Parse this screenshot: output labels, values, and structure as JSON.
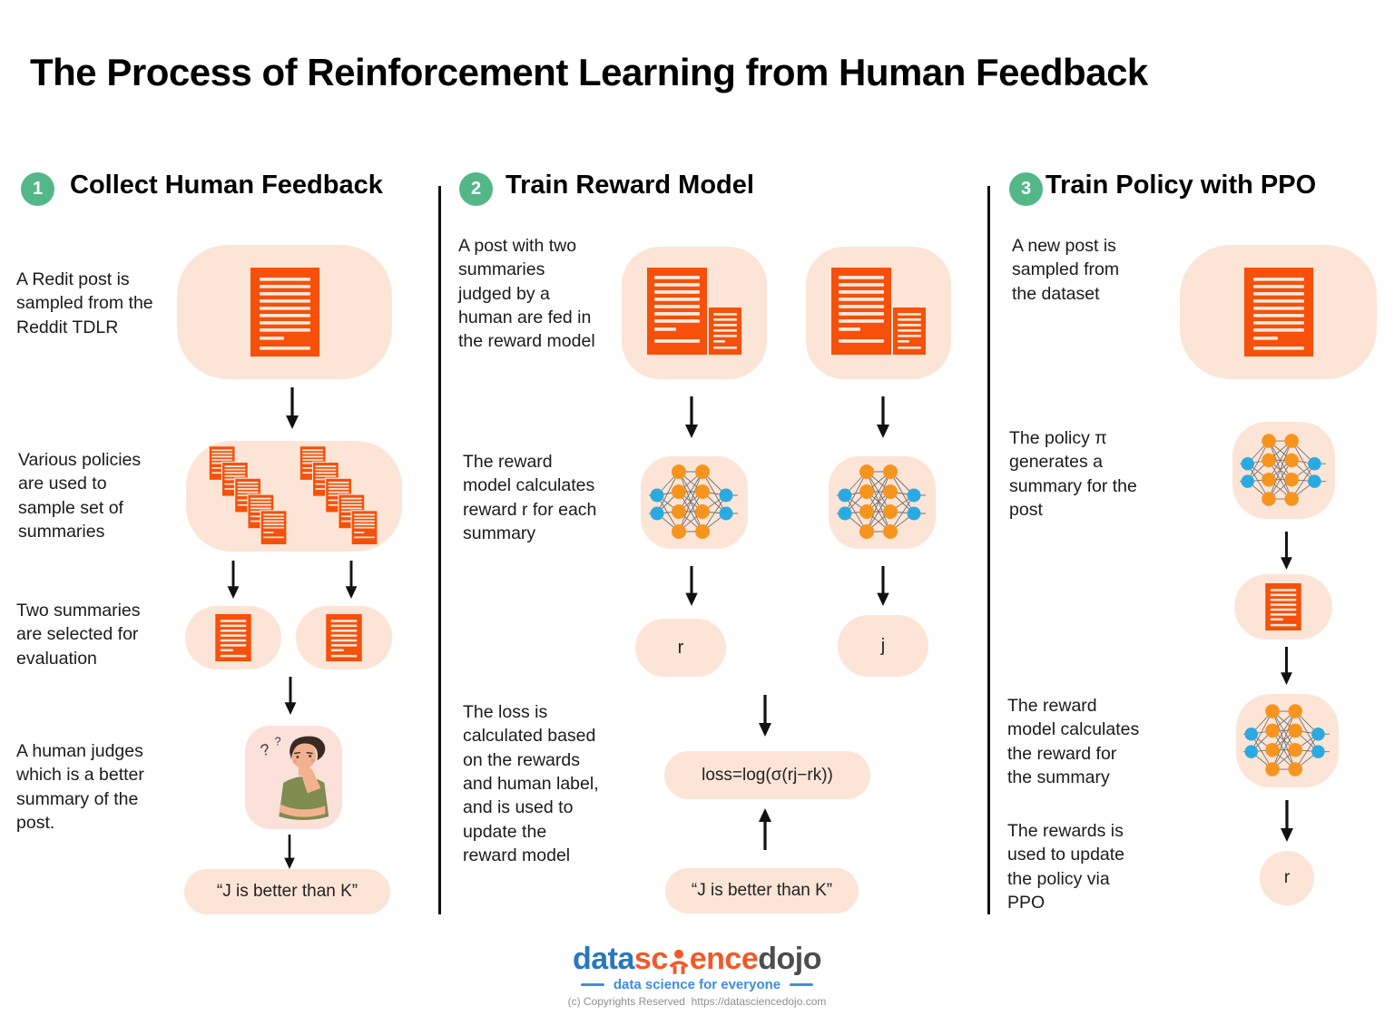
{
  "title": "The Process of Reinforcement Learning from Human Feedback",
  "columns": [
    {
      "badge": "1",
      "heading": "Collect Human Feedback"
    },
    {
      "badge": "2",
      "heading": "Train Reward Model"
    },
    {
      "badge": "3",
      "heading": "Train Policy with PPO"
    }
  ],
  "col1": {
    "step1": "A Redit post is sampled from the Reddit TDLR",
    "step2": "Various policies are used to sample set of summaries",
    "step3": "Two summaries are selected for evaluation",
    "step4": "A human judges which is a better summary of the post.",
    "verdict": "“J is better than K”"
  },
  "col2": {
    "step1": "A post with two summaries judged by a human are fed in the reward model",
    "step2": "The reward model calculates reward r for each summary",
    "step3": "The loss is calculated based on the rewards and human label, and is used to update the reward model",
    "reward_left": "r",
    "reward_right": "j",
    "loss_formula": "loss=log(σ(rj−rk))",
    "verdict": "“J is better than K”"
  },
  "col3": {
    "step1": "A new post is sampled from the dataset",
    "step2": "The policy π generates a summary for the post",
    "step3": "The reward model calculates the reward for the summary",
    "step4": "The rewards is used to update the policy via PPO",
    "reward": "r"
  },
  "footer": {
    "brand": {
      "data": "data",
      "science_pre": "sc",
      "science_post": "ence",
      "dojo": "dojo"
    },
    "tagline": "data science for everyone",
    "copyright": "(c) Copyrights Reserved  https://datasciencedojo.com"
  },
  "icons": {
    "document-icon": "orange document with light text lines",
    "document-pair-icon": "large post document with small summary document",
    "document-stack-icon": "cascading stack of five summary documents",
    "neural-network-icon": "network with blue input/output nodes and orange hidden nodes",
    "thinking-person-icon": "man thinking with hand on chin and question marks",
    "arrow-down-icon": "↓",
    "arrow-up-icon": "↑",
    "person-logo-icon": "sitting person glyph in datasciencedojo logo"
  },
  "colors": {
    "accent_orange": "#F6500A",
    "peach_bg": "#FCE5D7",
    "badge_green": "#53B787",
    "node_orange": "#F7941E",
    "node_blue": "#2BAAE2",
    "logo_blue": "#2878BE",
    "logo_orange": "#F05A28",
    "logo_gray": "#4D4D4F",
    "arrow_black": "#111111"
  }
}
